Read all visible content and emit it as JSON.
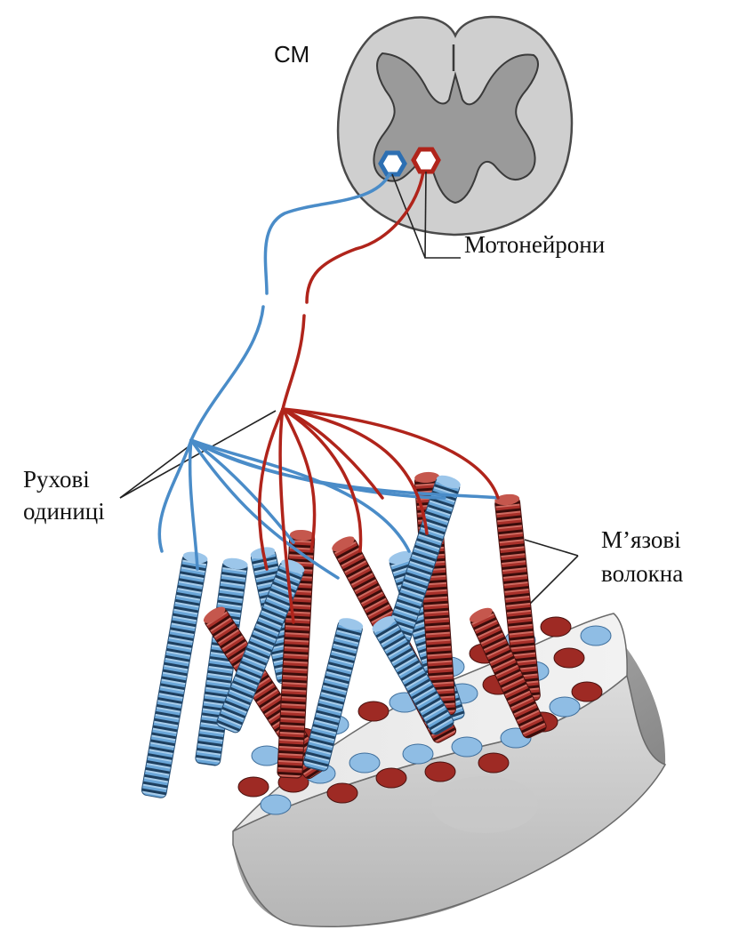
{
  "labels": {
    "spinal_cord": "СМ",
    "motoneurons": "Мотонейрони",
    "motor_units_line1": "Рухові",
    "motor_units_line2": "одиниці",
    "muscle_fibers_line1": "М’язові",
    "muscle_fibers_line2": "волокна"
  },
  "colors": {
    "blue_unit": "#6aa6d8",
    "red_unit": "#a8302a",
    "spinal_white_matter": "#cfcfcf",
    "spinal_gray_matter": "#9a9a9a",
    "muscle_block": "#8e8e8e"
  }
}
